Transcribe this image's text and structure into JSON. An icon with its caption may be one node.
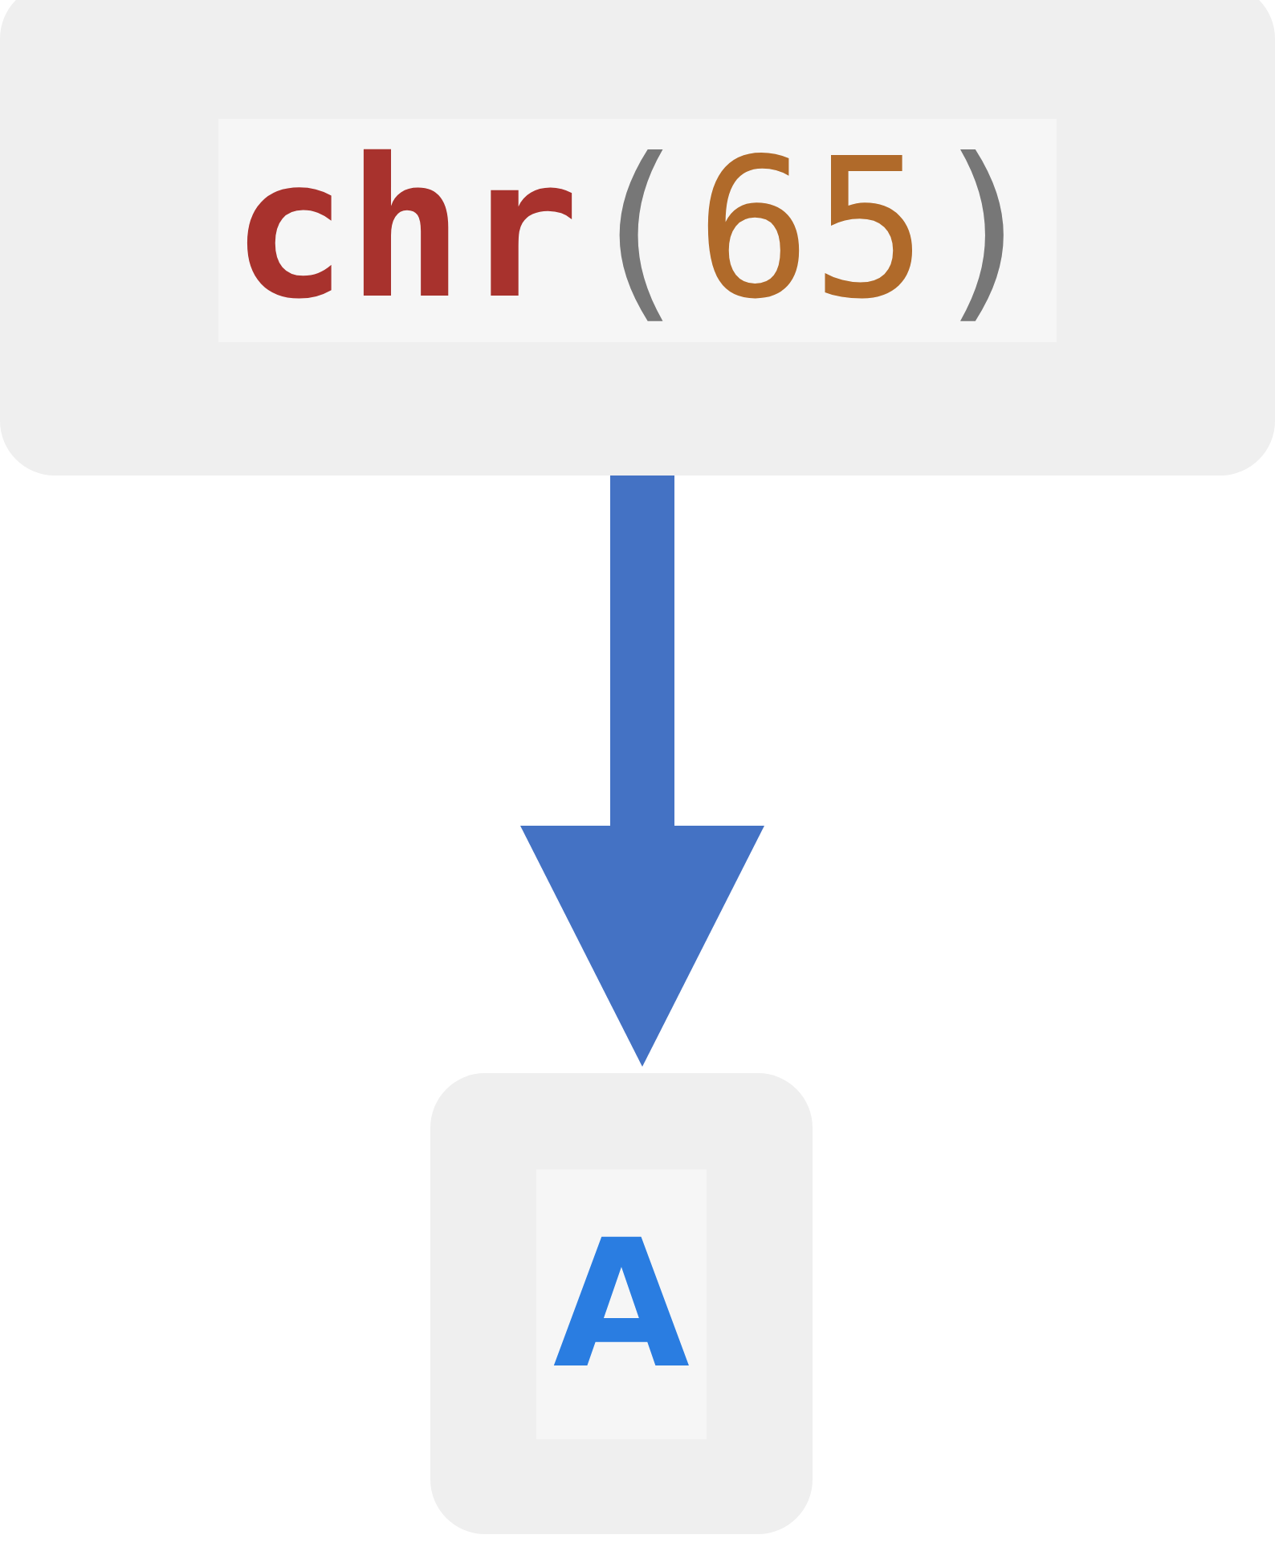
{
  "diagram": {
    "nodes": [
      {
        "text": [
          "chr(65)"
        ]
      },
      {
        "text": [
          "A"
        ]
      }
    ],
    "edges": [
      {
        "from": 0,
        "to": 1,
        "arrow": "to"
      }
    ]
  }
}
